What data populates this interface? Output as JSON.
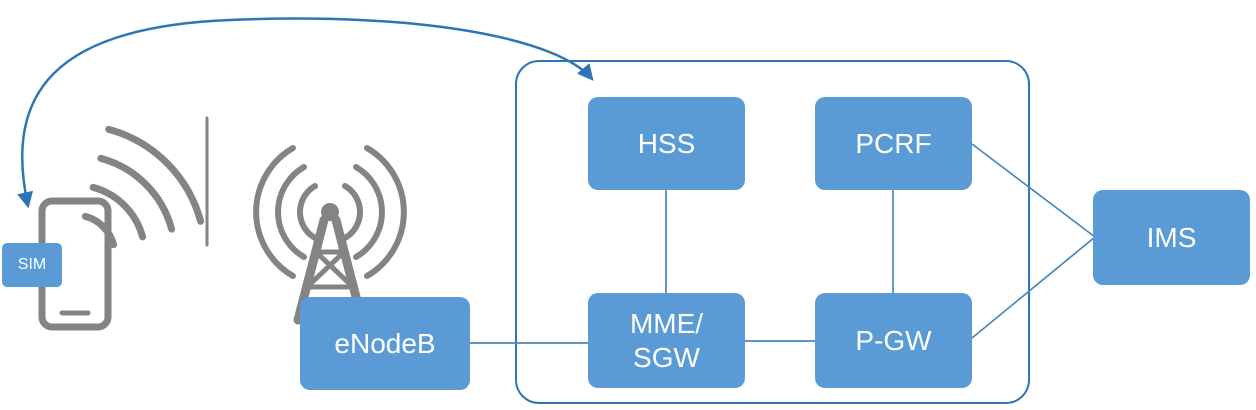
{
  "colors": {
    "node_fill": "#5b9bd5",
    "node_text": "#ffffff",
    "icon_gray": "#848484",
    "outline_blue": "#2e75b6",
    "connector_blue": "#4a86be"
  },
  "nodes": {
    "sim": "SIM",
    "enodeb": "eNodeB",
    "hss": "HSS",
    "pcrf": "PCRF",
    "mme_sgw": "MME/\nSGW",
    "pgw": "P-GW",
    "ims": "IMS"
  }
}
